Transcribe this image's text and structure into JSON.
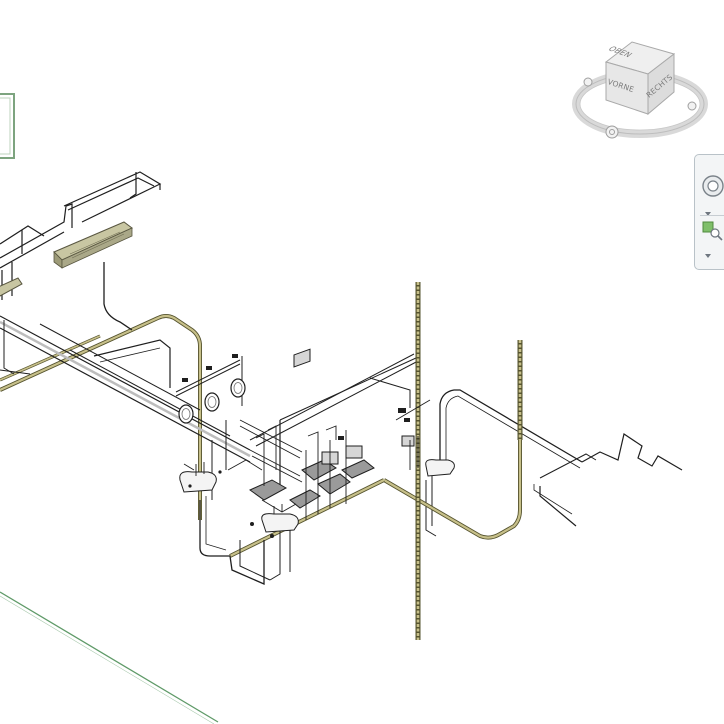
{
  "viewcube": {
    "top_label": "OBEN",
    "front_label": "VORNE",
    "right_label": "RECHTS"
  },
  "colors": {
    "pipe_dark": "#1f1f1f",
    "pipe_olive": "#c7c08a",
    "pipe_olive_edge": "#56542f",
    "floor_green": "#5f9a68",
    "fixture_gray": "#8c8c8c",
    "cube_face": "#ececec",
    "nav_bg": "#f3f5f6"
  },
  "navbar": {
    "items": [
      "steering-wheel-icon",
      "zoom-region-icon"
    ]
  }
}
